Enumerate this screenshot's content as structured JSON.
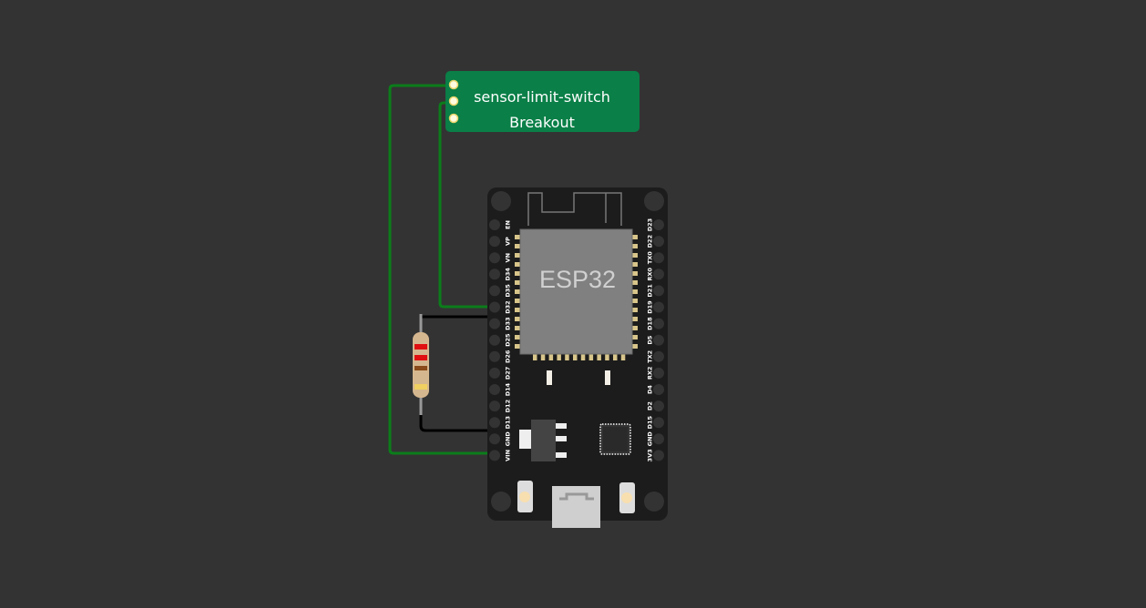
{
  "breakout": {
    "title": "sensor-limit-switch",
    "subtitle": "Breakout",
    "color": "#0a7f47"
  },
  "esp32": {
    "chip_label": "ESP32",
    "left_pins": [
      "EN",
      "VP",
      "VN",
      "D34",
      "D35",
      "D32",
      "D33",
      "D25",
      "D26",
      "D27",
      "D14",
      "D12",
      "D13",
      "GND",
      "VIN"
    ],
    "right_pins": [
      "D23",
      "D22",
      "TX0",
      "RX0",
      "D21",
      "D19",
      "D18",
      "D5",
      "TX2",
      "RX2",
      "D4",
      "D2",
      "D15",
      "GND",
      "3V3"
    ]
  },
  "colors": {
    "wire_signal": "#0b7d1a",
    "wire_ground": "#000000",
    "board": "#1c1c1c",
    "chip": "#808080"
  }
}
